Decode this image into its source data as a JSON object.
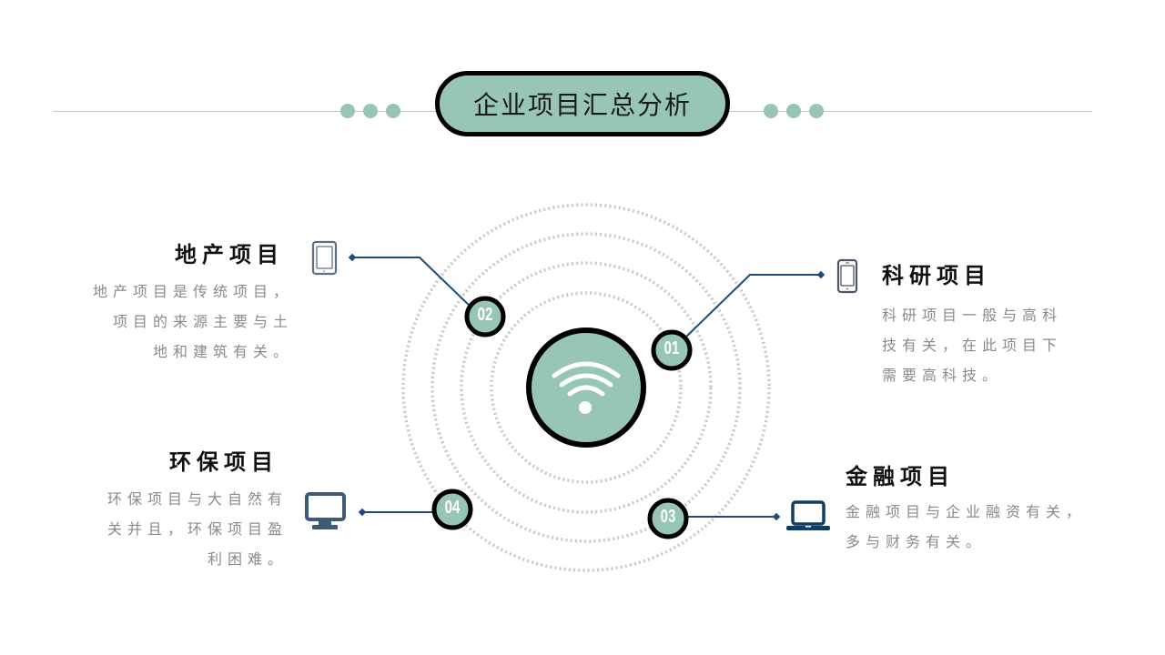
{
  "title": "企业项目汇总分析",
  "colors": {
    "accent_fill": "#97c6b9",
    "outline": "#000000",
    "connector": "#1f4a7a",
    "icon": "#3d5a78",
    "ring": "#c8c8c8",
    "divider": "#c4c4c4",
    "heading_text": "#111111",
    "body_text": "#8a8a8a"
  },
  "center": {
    "icon": "wifi-icon"
  },
  "items": [
    {
      "number": "01",
      "heading": "科研项目",
      "lines": [
        "科研项目一般与高科",
        "技有关，在此项目下",
        "需要高科技。"
      ],
      "icon": "smartphone-icon"
    },
    {
      "number": "02",
      "heading": "地产项目",
      "lines": [
        "地产项目是传统项目，",
        "项目的来源主要与土",
        "地和建筑有关。"
      ],
      "icon": "tablet-icon"
    },
    {
      "number": "03",
      "heading": "金融项目",
      "lines": [
        "金融项目与企业融资有关，",
        "多与财务有关。"
      ],
      "icon": "laptop-icon"
    },
    {
      "number": "04",
      "heading": "环保项目",
      "lines": [
        "环保项目与大自然有",
        "关并且，环保项目盈",
        "利困难。"
      ],
      "icon": "monitor-icon"
    }
  ]
}
